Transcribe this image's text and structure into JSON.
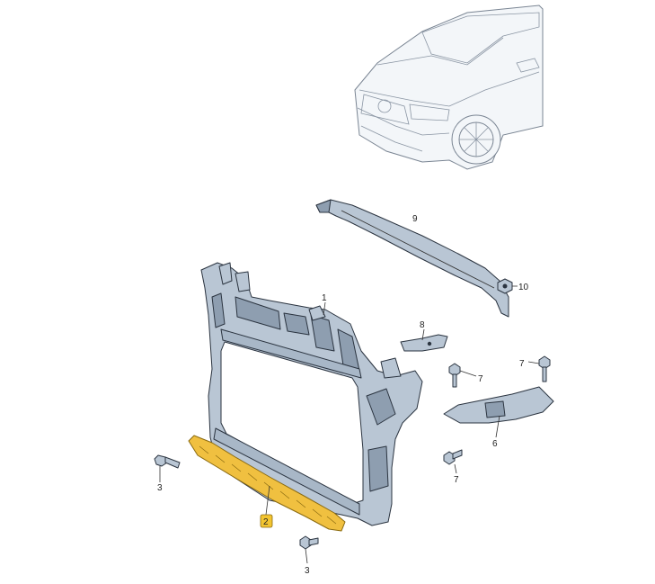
{
  "callouts": {
    "c1": "1",
    "c2": "2",
    "c3a": "3",
    "c3b": "3",
    "c6": "6",
    "c7a": "7",
    "c7b": "7",
    "c7c": "7",
    "c8": "8",
    "c9": "9",
    "c10": "10"
  },
  "colors": {
    "part_fill": "#b9c6d4",
    "part_shade": "#8e9eb0",
    "highlight_fill": "#f0c040",
    "highlight_stroke": "#8a6a10",
    "badge_fill": "#f3c530"
  }
}
